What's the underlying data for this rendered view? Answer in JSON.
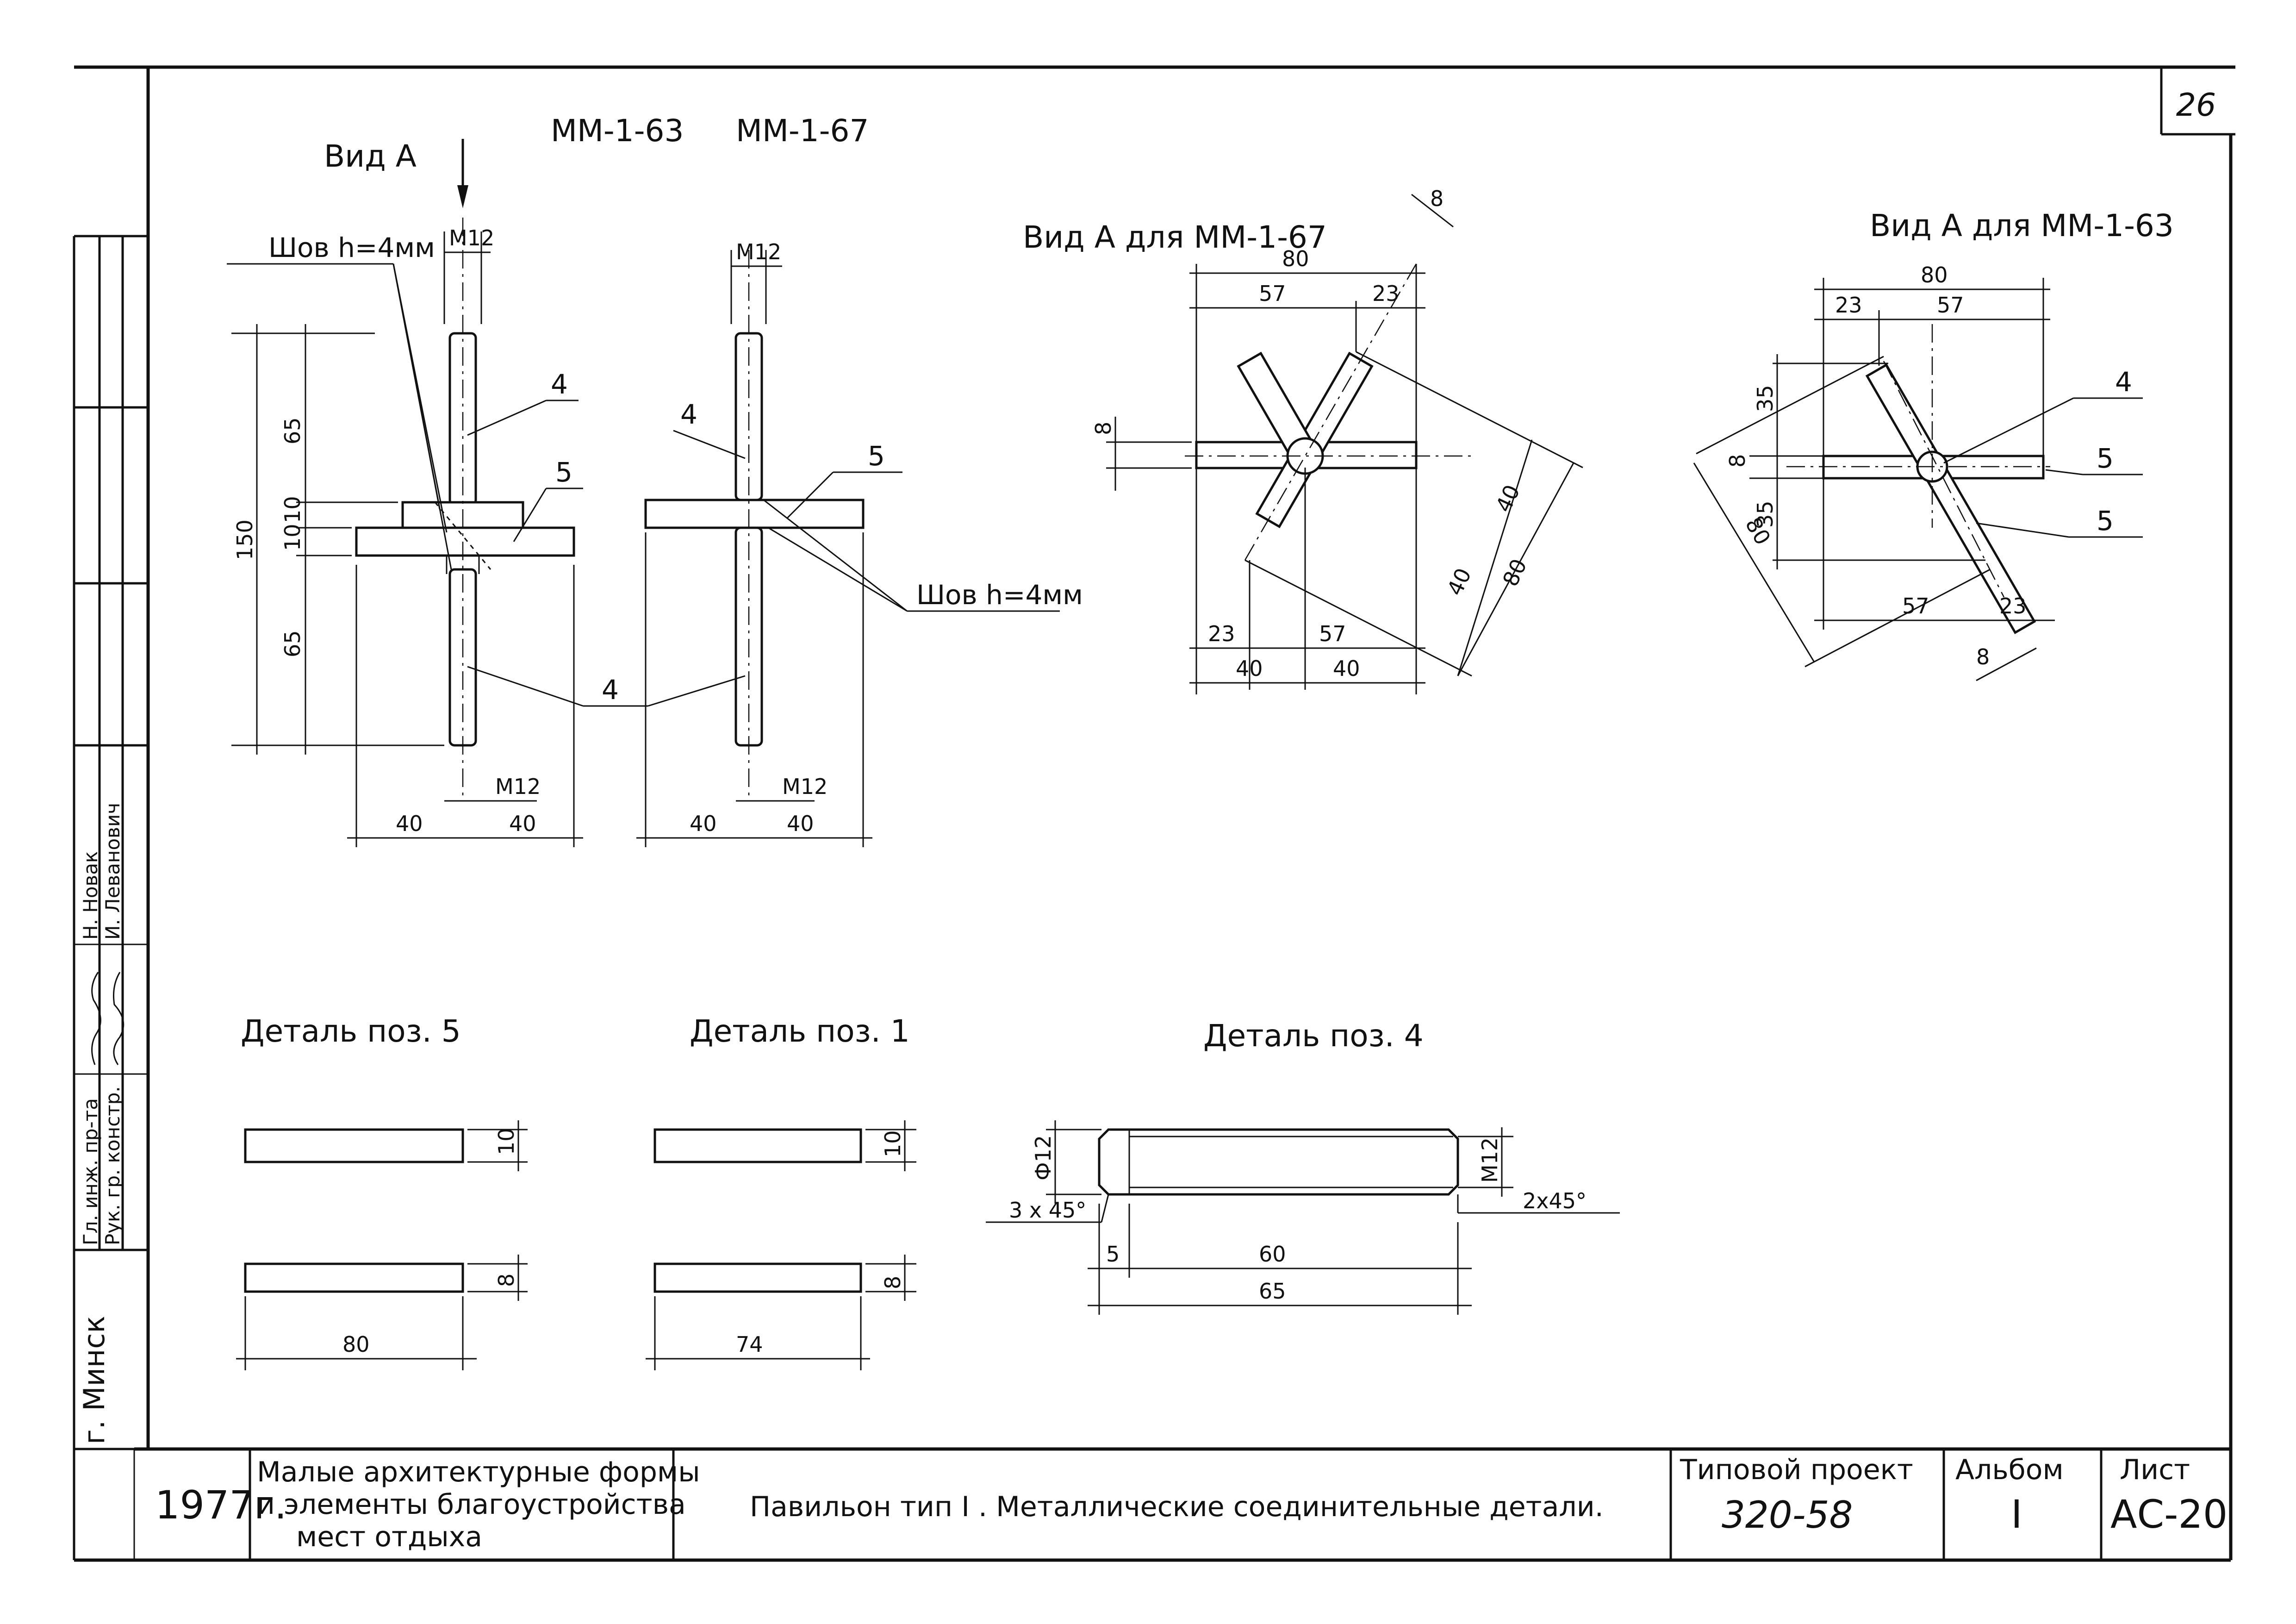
{
  "sheet": {
    "number": "26",
    "city": "г. Минск"
  },
  "views": {
    "vid_a": "Вид А",
    "mm163": "ММ-1-63",
    "mm167": "ММ-1-67",
    "vid_a_mm167": "Вид А для ММ-1-67",
    "vid_a_mm163": "Вид А для ММ-1-63"
  },
  "notes": {
    "weld": "Шов h=4мм",
    "thread": "М12",
    "pos4": "4",
    "pos5": "5"
  },
  "dims_elev": {
    "overall": "150",
    "top": "65",
    "mid1": "10",
    "mid2": "10",
    "bottom": "65",
    "half_left": "40",
    "half_right": "40"
  },
  "dims_plan": {
    "d80": "80",
    "d57": "57",
    "d23": "23",
    "d8": "8",
    "d40": "40",
    "d35": "35"
  },
  "details": {
    "pos5_title": "Деталь поз. 5",
    "pos1_title": "Деталь поз. 1",
    "pos4_title": "Деталь поз. 4",
    "t10": "10",
    "t8": "8",
    "len80": "80",
    "len74": "74",
    "dia12": "Ф12",
    "m12": "М12",
    "chamfer_left": "3 х 45°",
    "chamfer_right": "2х45°",
    "l5": "5",
    "l60": "60",
    "l65": "65"
  },
  "stamp_side": {
    "role1": "Гл. инж. пр-та",
    "role2": "Рук. гр. констр.",
    "name1": "Н. Новак",
    "name2": "И. Леванович"
  },
  "title_block": {
    "year": "1977г.",
    "series_line1": "Малые архитектурные формы",
    "series_line2": "и элементы благоустройства",
    "series_line3": "мест отдыха",
    "drawing_title": "Павильон тип I . Металлические соединительные детали.",
    "project_label": "Типовой проект",
    "project_number": "320-58",
    "album_label": "Альбом",
    "album_number": "I",
    "sheet_label": "Лист",
    "sheet_code": "АС-20"
  }
}
